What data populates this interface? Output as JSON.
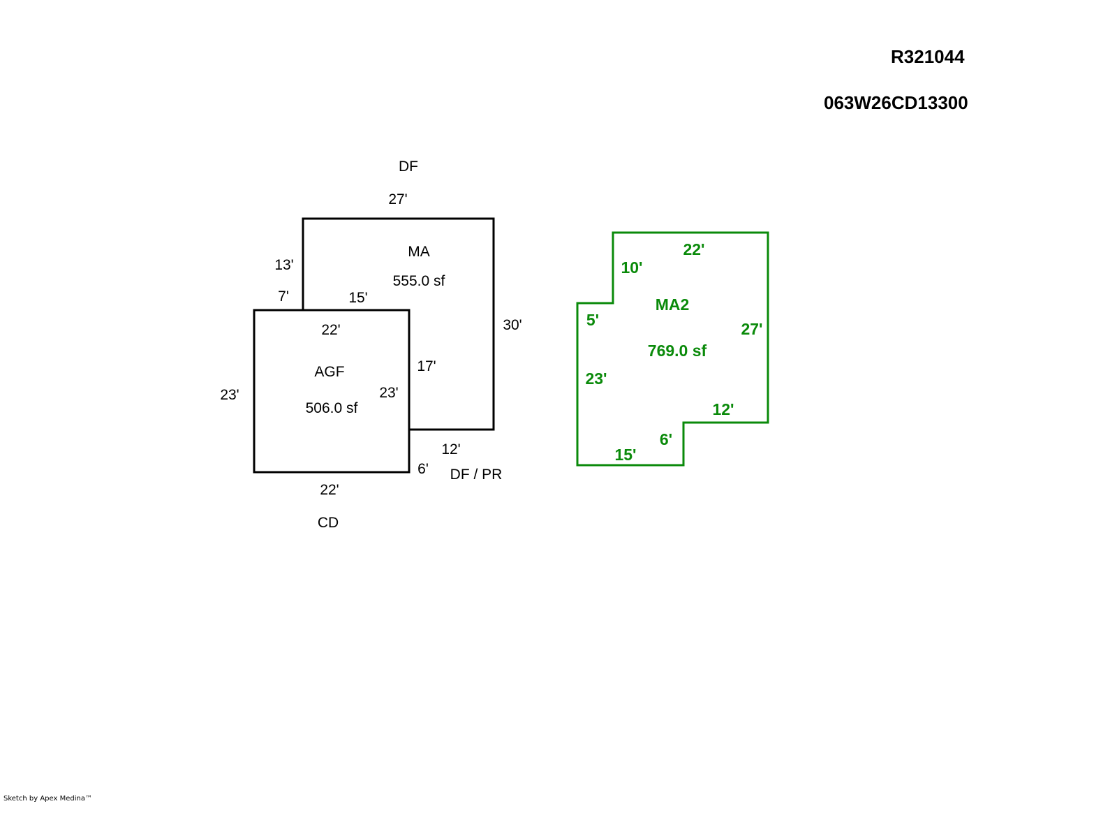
{
  "header": {
    "account_id": "R321044",
    "map_tax_lot": "063W26CD13300"
  },
  "sketch": {
    "colors": {
      "primary": "#000000",
      "secondary": "#0a8a0a"
    },
    "areas": [
      {
        "code": "MA",
        "area_label": "555.0 sf",
        "dims": {
          "top": "27'",
          "left_upper": "13'",
          "left_notch": "7'",
          "notch_top": "15'",
          "right": "30'",
          "right_lower_notch": "17'",
          "bottom_notch": "12'"
        }
      },
      {
        "code": "AGF",
        "area_label": "506.0 sf",
        "dims": {
          "top": "22'",
          "left": "23'",
          "right": "23'",
          "bottom": "22'",
          "right_lower": "6'"
        }
      },
      {
        "code": "MA2",
        "area_label": "769.0 sf",
        "dims": {
          "top": "22'",
          "left_upper": "10'",
          "step": "5'",
          "left_lower": "23'",
          "right": "27'",
          "bottom_step": "12'",
          "step_down": "6'",
          "bottom": "15'"
        }
      }
    ],
    "annotations": {
      "top": "DF",
      "bottom": "CD",
      "bottom_right": "DF / PR"
    }
  },
  "footer": {
    "credit": "Sketch by Apex Medina™"
  }
}
